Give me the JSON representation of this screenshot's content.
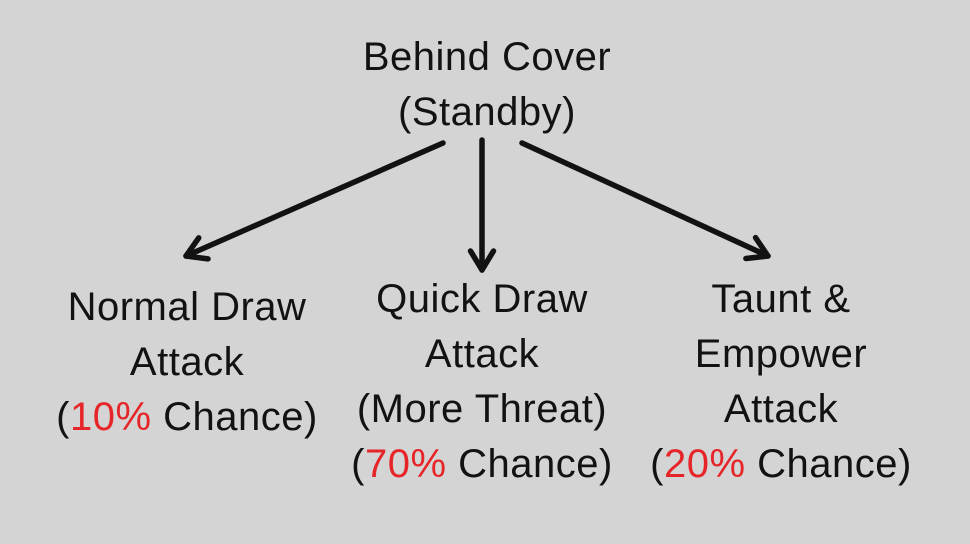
{
  "colors": {
    "background": "#d4d4d4",
    "ink": "#121212",
    "accent_red": "#e62529"
  },
  "diagram": {
    "root": {
      "name": "Behind Cover (Standby)",
      "lines": [
        "Behind Cover",
        "(Standby)"
      ]
    },
    "children": [
      {
        "name": "Normal Draw Attack",
        "lines": [
          "Normal Draw",
          "Attack"
        ],
        "chance": {
          "open": "(",
          "percent": "10%",
          "rest": " Chance)"
        }
      },
      {
        "name": "Quick Draw Attack",
        "lines": [
          "Quick Draw",
          "Attack",
          "(More Threat)"
        ],
        "chance": {
          "open": "(",
          "percent": "70%",
          "rest": " Chance)"
        }
      },
      {
        "name": "Taunt & Empower Attack",
        "lines": [
          "Taunt &",
          "Empower",
          "Attack"
        ],
        "chance": {
          "open": "(",
          "percent": "20%",
          "rest": " Chance)"
        }
      }
    ]
  }
}
